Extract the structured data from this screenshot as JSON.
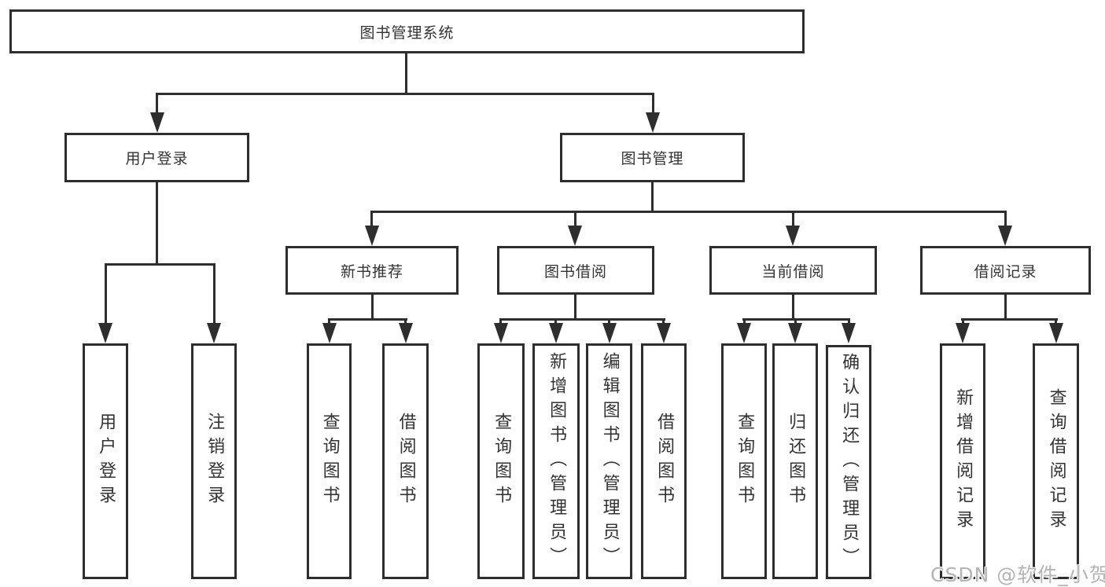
{
  "nodes": {
    "root": "图书管理系统",
    "user_login": "用户登录",
    "book_management": "图书管理",
    "user_login_action": "用户登录",
    "logout_action": "注销登录",
    "new_book_recommend": "新书推荐",
    "book_borrow": "图书借阅",
    "current_borrow": "当前借阅",
    "borrow_record": "借阅记录",
    "nbr_query_book": "查询图书",
    "nbr_borrow_book": "借阅图书",
    "bb_query_book": "查询图书",
    "bb_add_book": "新增图书（管理员）",
    "bb_edit_book": "编辑图书（管理员）",
    "bb_borrow_book": "借阅图书",
    "cb_query_book": "查询图书",
    "cb_return_book": "归还图书",
    "cb_confirm_return": "确认归还（管理员）",
    "br_add_record": "新增借阅记录",
    "br_query_record": "查询借阅记录"
  },
  "watermark": {
    "text": "CSDN @软件_小贺同学",
    "color": "#b4b4b4"
  },
  "colors": {
    "line": "#2e2e2e",
    "text": "#333333",
    "background": "#ffffff"
  }
}
